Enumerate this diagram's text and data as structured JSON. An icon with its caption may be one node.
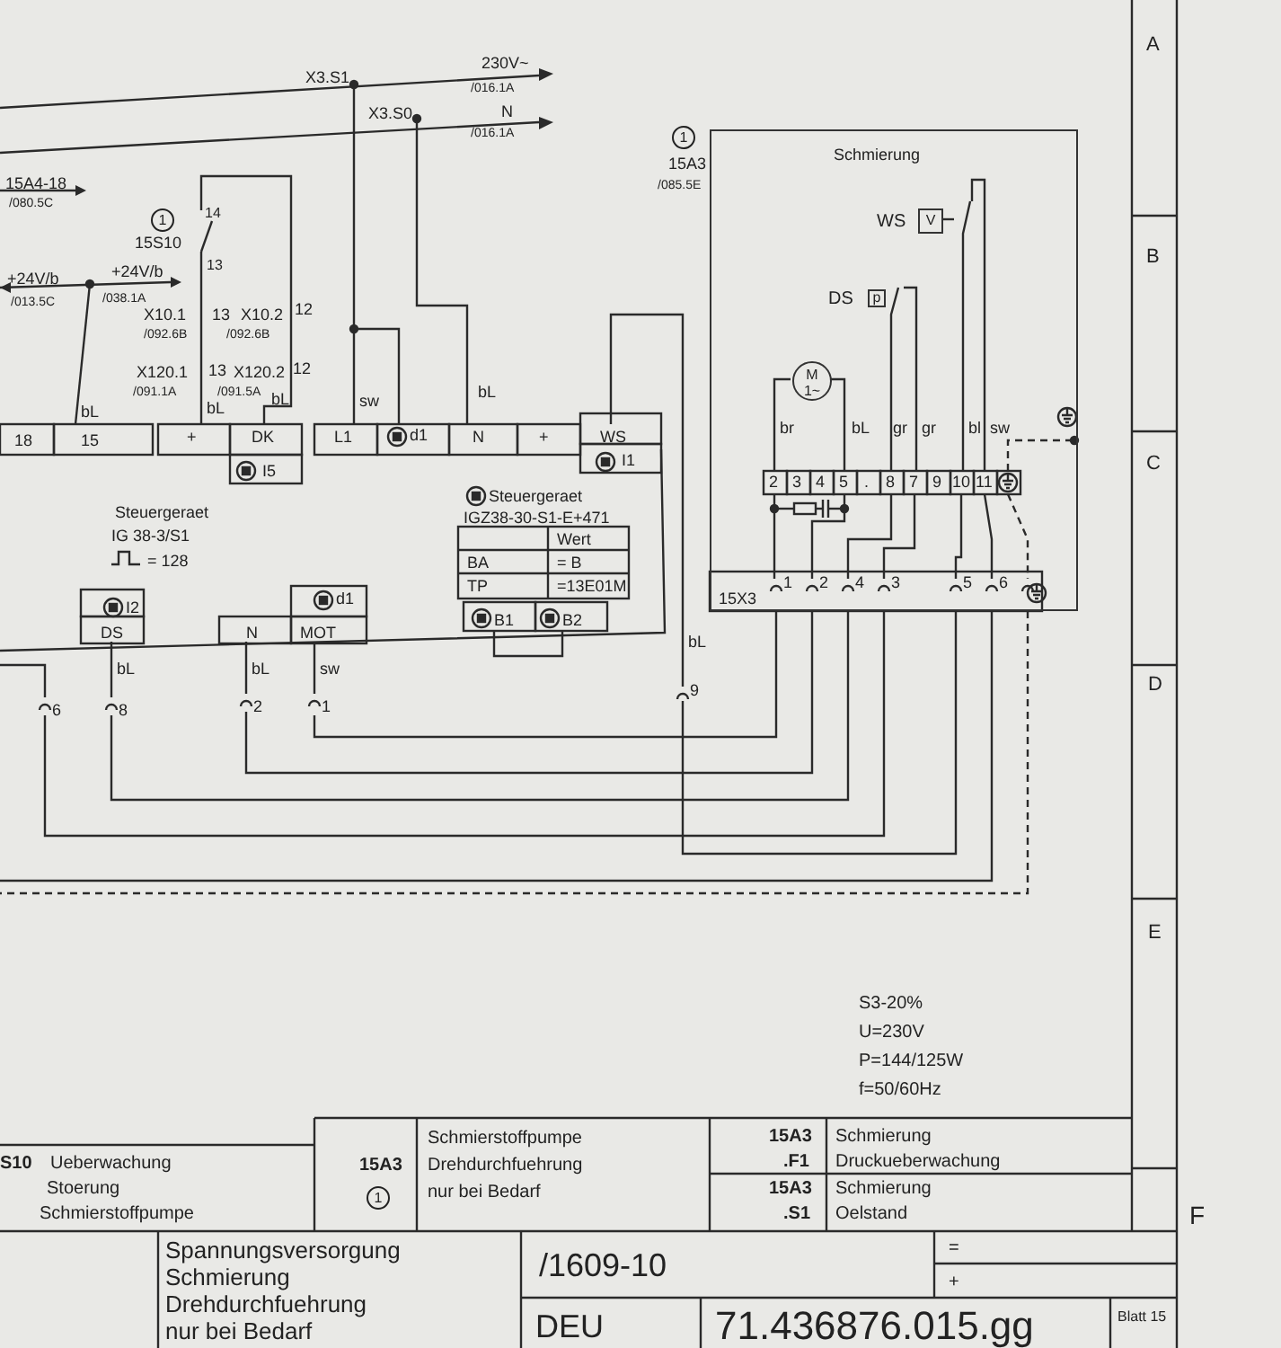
{
  "diagram": {
    "nodes": [
      {
        "text": [
          "Schmierung"
        ]
      },
      {
        "text": [
          "M",
          "1~"
        ],
        "in": 0
      },
      {
        "text": [
          "V"
        ],
        "beside": [
          "WS"
        ],
        "in": 0
      },
      {
        "text": [
          "p"
        ],
        "beside": [
          "DS"
        ],
        "in": 0
      }
    ],
    "edges": [],
    "labels": [
      "230V~",
      "X3.S1",
      "/016.1A",
      "X3.S0",
      "N",
      "/016.1A",
      "15A4-18",
      "/080.5C",
      "14",
      "1",
      "15S10",
      "13",
      "+24V/b",
      "+24V/b",
      "/013.5C",
      "/038.1A",
      "X10.1",
      "13",
      "X10.2",
      "12",
      "/092.6B",
      "/092.6B",
      "X120.1",
      "13",
      "X120.2",
      "12",
      "/091.1A",
      "/091.5A",
      "bL",
      "bL",
      "bL",
      "sw",
      "bL",
      "18",
      "15",
      "+",
      "DK",
      "L1",
      "d1",
      "N",
      "+",
      "WS",
      "I1",
      "I5",
      "Steuergeraet",
      "IG 38-3/S1",
      "= 128",
      "Steuergeraet",
      "IGZ38-30-S1-E+471",
      "Wert",
      "BA",
      "= B",
      "TP",
      "=13E01M",
      "I2",
      "d1",
      "DS",
      "N",
      "MOT",
      "B1",
      "B2",
      "bL",
      "bL",
      "sw",
      "bL",
      "6",
      "8",
      "2",
      "1",
      "9",
      "1",
      "15A3",
      "/085.5E",
      "br",
      "bL",
      "gr",
      "gr",
      "bl",
      "sw",
      "2",
      "3",
      "4",
      "5",
      ".",
      "8",
      "7",
      "9",
      "10",
      "11",
      "15X3",
      "1",
      "2",
      "4",
      "3",
      "5",
      "6",
      "A",
      "B",
      "C",
      "D",
      "E",
      "S3-20%",
      "U=230V",
      "P=144/125W",
      "f=50/60Hz",
      "S10",
      "Ueberwachung",
      "Stoerung",
      "Schmierstoffpumpe",
      "Schmierstoffpumpe",
      "15A3",
      "Drehdurchfuehrung",
      "1",
      "nur bei Bedarf",
      "15A3",
      "Schmierung",
      ".F1",
      "Druckueberwachung",
      "15A3",
      "Schmierung",
      ".S1",
      "Oelstand",
      "F",
      "Spannungsversorgung",
      "Schmierung",
      "Drehdurchfuehrung",
      "nur bei Bedarf",
      "/1609-10",
      "=",
      "+",
      "DEU",
      "71.436876.015.gg",
      "Blatt 15"
    ]
  }
}
